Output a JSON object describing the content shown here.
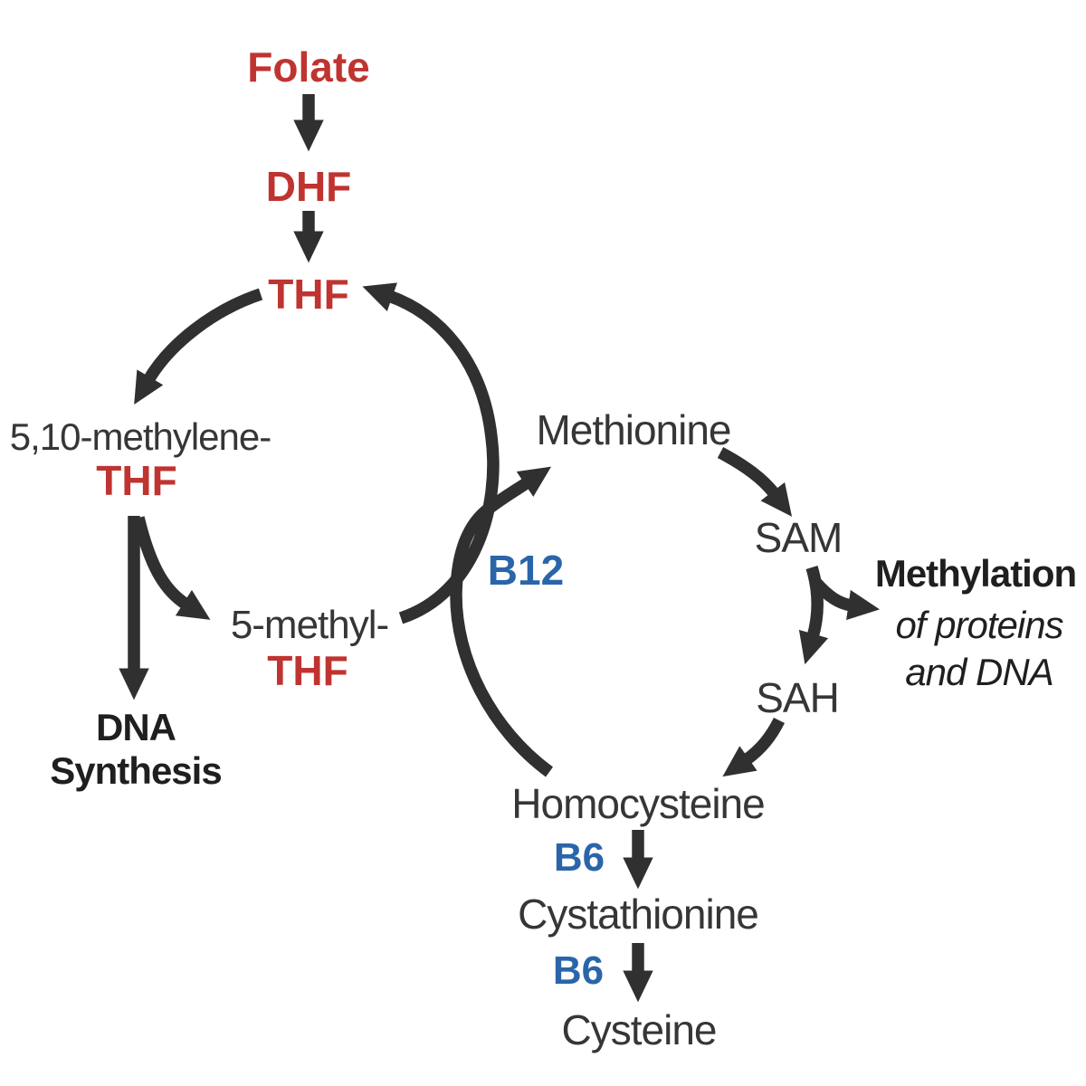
{
  "diagram": {
    "description": "Folate and methionine metabolic pathway with vitamin B12 and B6 cofactors",
    "colors": {
      "red": "#bf3430",
      "blue": "#2a65a9",
      "text": "#363636",
      "black": "#1f1f1f",
      "arrow": "#303030"
    },
    "nodes": {
      "folate": {
        "label": "Folate"
      },
      "dhf": {
        "label": "DHF"
      },
      "thf": {
        "label": "THF"
      },
      "methylene_prefix": {
        "label": "5,10-methylene-"
      },
      "methylene_thf": {
        "label": "THF"
      },
      "dna_synthesis": {
        "line1": "DNA",
        "line2": "Synthesis"
      },
      "methyl_prefix": {
        "label": "5-methyl-"
      },
      "methyl_thf": {
        "label": "THF"
      },
      "b12": {
        "label": "B12"
      },
      "methionine": {
        "label": "Methionine"
      },
      "sam": {
        "label": "SAM"
      },
      "methylation": {
        "line1": "Methylation",
        "line2": "of proteins",
        "line3": "and DNA"
      },
      "sah": {
        "label": "SAH"
      },
      "homocysteine": {
        "label": "Homocysteine"
      },
      "b6_first": {
        "label": "B6"
      },
      "cystathionine": {
        "label": "Cystathionine"
      },
      "b6_second": {
        "label": "B6"
      },
      "cysteine": {
        "label": "Cysteine"
      }
    },
    "edges": [
      {
        "from": "Folate",
        "to": "DHF"
      },
      {
        "from": "DHF",
        "to": "THF"
      },
      {
        "from": "THF",
        "to": "5,10-methylene-THF"
      },
      {
        "from": "5,10-methylene-THF",
        "to": "DNA Synthesis"
      },
      {
        "from": "5,10-methylene-THF",
        "to": "5-methyl-THF"
      },
      {
        "from": "5-methyl-THF",
        "to": "THF",
        "cofactor": "B12"
      },
      {
        "from": "Homocysteine",
        "to": "Methionine",
        "cofactor": "B12"
      },
      {
        "from": "Methionine",
        "to": "SAM"
      },
      {
        "from": "SAM",
        "to": "Methylation of proteins and DNA"
      },
      {
        "from": "SAM",
        "to": "SAH"
      },
      {
        "from": "SAH",
        "to": "Homocysteine"
      },
      {
        "from": "Homocysteine",
        "to": "Cystathionine",
        "cofactor": "B6"
      },
      {
        "from": "Cystathionine",
        "to": "Cysteine",
        "cofactor": "B6"
      }
    ]
  }
}
